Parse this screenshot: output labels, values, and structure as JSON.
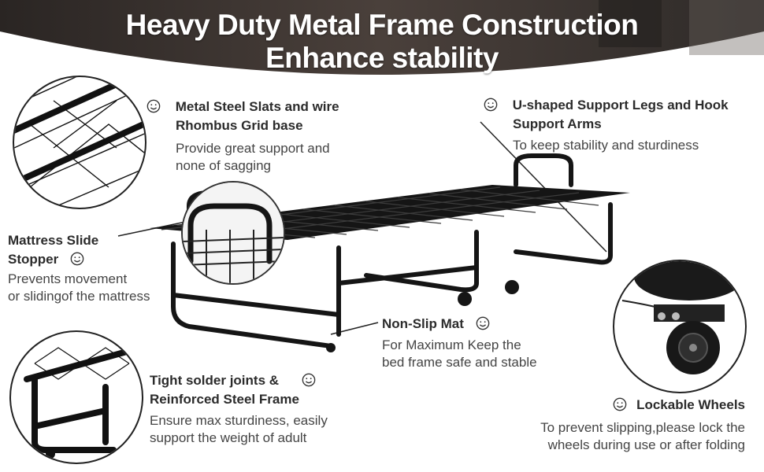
{
  "headline": {
    "line1": "Heavy Duty Metal Frame Construction",
    "line2": "Enhance stability"
  },
  "features": [
    {
      "title_l1": "Metal Steel Slats and wire",
      "title_l2": "Rhombus Grid base",
      "desc_l1": "Provide great support and",
      "desc_l2": "none of sagging",
      "icon": "smiley-icon"
    },
    {
      "title_l1": "U-shaped Support Legs and Hook",
      "title_l2": "Support Arms",
      "desc_l1": "To keep stability and sturdiness",
      "icon": "smiley-icon"
    },
    {
      "title_l1": "Mattress Slide",
      "title_l2": "Stopper",
      "desc_l1": "Prevents movement",
      "desc_l2": "or slidingof the mattress",
      "icon": "smiley-icon"
    },
    {
      "title_l1": "Non-Slip Mat",
      "desc_l1": "For Maximum Keep the",
      "desc_l2": "bed frame safe and stable",
      "icon": "smiley-icon"
    },
    {
      "title_l1": "Tight solder joints &",
      "title_l2": "Reinforced Steel Frame",
      "desc_l1": "Ensure max sturdiness, easily",
      "desc_l2": "support the weight of adult",
      "icon": "smiley-icon"
    },
    {
      "title_l1": "Lockable Wheels",
      "desc_l1": "To prevent slipping,please lock the",
      "desc_l2": "wheels during use or after folding",
      "icon": "smiley-icon"
    }
  ],
  "colors": {
    "banner": "#3a3330",
    "frame": "#1a1a1a",
    "text": "#2b2b2b"
  }
}
